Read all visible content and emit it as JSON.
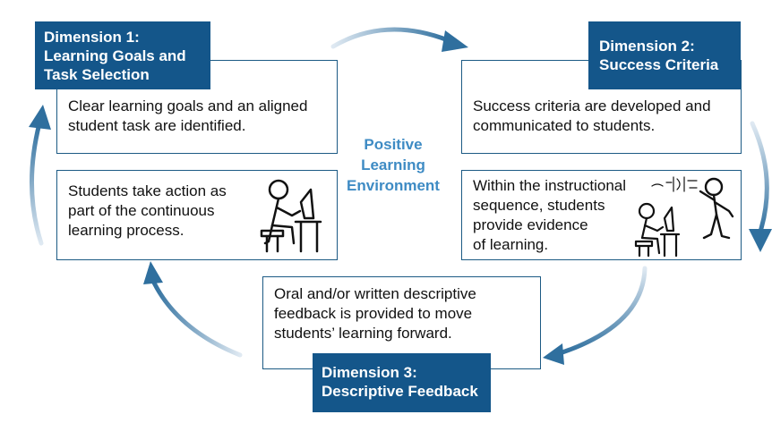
{
  "center": {
    "lines": [
      "Positive",
      "Learning",
      "Environment"
    ]
  },
  "dimensions": [
    {
      "lines": [
        "Dimension 1:",
        "Learning Goals and",
        "Task Selection"
      ]
    },
    {
      "lines": [
        "Dimension 2:",
        "Success Criteria"
      ]
    },
    {
      "lines": [
        "Dimension 3:",
        "Descriptive Feedback"
      ]
    }
  ],
  "boxes": {
    "goals": [
      "Clear learning goals and an aligned",
      "student task are identified."
    ],
    "criteria": [
      "Success criteria are developed and",
      "communicated to students."
    ],
    "evidence": [
      "Within the instructional",
      "sequence, students",
      "provide evidence",
      "of learning."
    ],
    "action": [
      "Students take action as",
      "part of the continuous",
      "learning process."
    ],
    "feedback": [
      "Oral and/or written descriptive",
      "feedback is provided to move",
      "students’ learning forward."
    ]
  },
  "colors": {
    "dimension_fill": "#14568a",
    "center_text": "#3e8bc4",
    "arrow": "#2f6f9e"
  },
  "icons": [
    "student-at-computer-icon",
    "teacher-at-board-icon"
  ]
}
